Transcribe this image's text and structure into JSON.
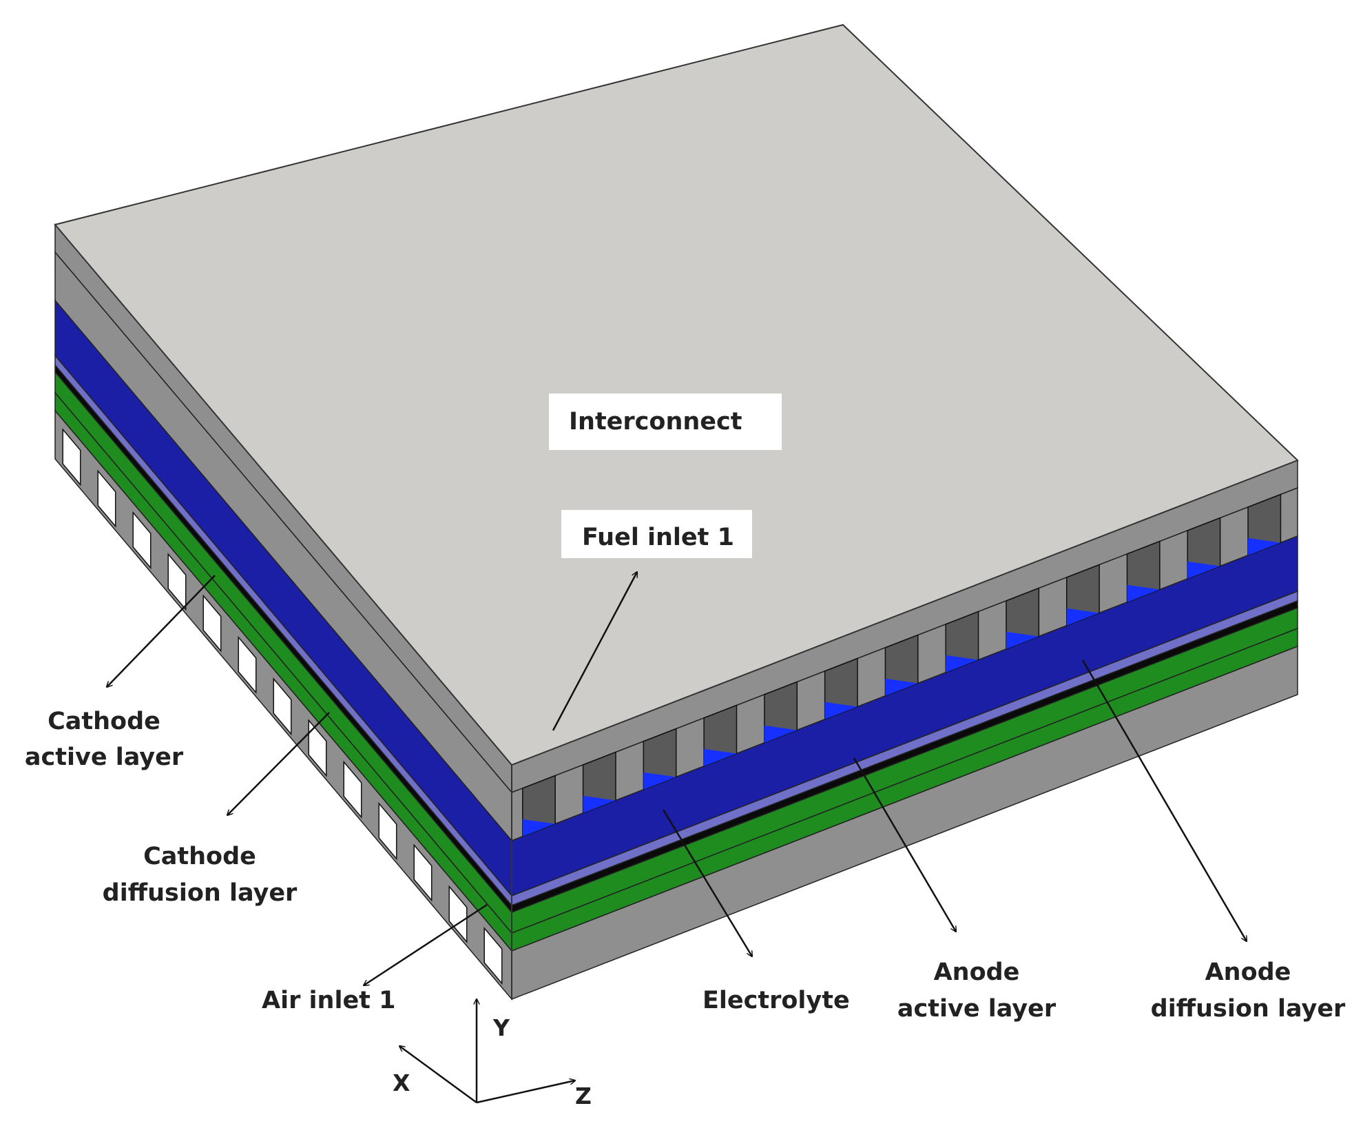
{
  "labels": {
    "interconnect": "Interconnect",
    "fuel_inlet": "Fuel inlet 1",
    "cathode_active": [
      "Cathode",
      "active layer"
    ],
    "cathode_diffusion": [
      "Cathode",
      "diffusion layer"
    ],
    "air_inlet": "Air inlet 1",
    "electrolyte": "Electrolyte",
    "anode_active": [
      "Anode",
      "active layer"
    ],
    "anode_diffusion": [
      "Anode",
      "diffusion layer"
    ]
  },
  "axes": {
    "y": "Y",
    "x": "X",
    "z": "Z"
  },
  "colors": {
    "interconnect_top": "#cfcdca",
    "interconnect_side": "#8f8f8f",
    "blue_layer": "#1a1fa6",
    "light_blue_layer": "#7070c8",
    "electrolyte": "#0a0a0a",
    "green_layer": "#1f8c1f",
    "channel_fill": "#1530ff",
    "outline": "#222222"
  }
}
